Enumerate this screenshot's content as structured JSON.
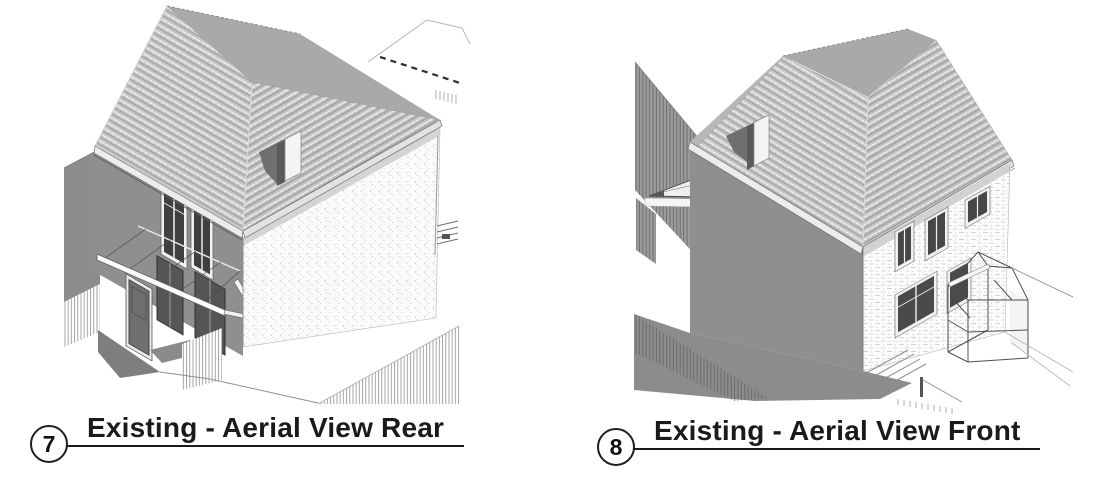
{
  "document": {
    "type": "architectural-drawing-sheet",
    "background": "#ffffff"
  },
  "figures": [
    {
      "number": "7",
      "title": "Existing - Aerial View Rear"
    },
    {
      "number": "8",
      "title": "Existing - Aerial View Front"
    }
  ],
  "colors": {
    "caption_text": "#1a1a1a",
    "caption_line": "#1a1a1a",
    "roof_tiles": "#c7c7c7",
    "roof_back_slope": "#a9a9a9",
    "shadow_wall": "#8f8f8f",
    "deep_shadow": "#6f6f6f",
    "light_wall": "#fbfbfb",
    "glazing": "#424242",
    "window_frame": "#f1f1f1",
    "fence_hatch": "#9c9c9c",
    "ground_shadow": "#8c8c8c"
  }
}
